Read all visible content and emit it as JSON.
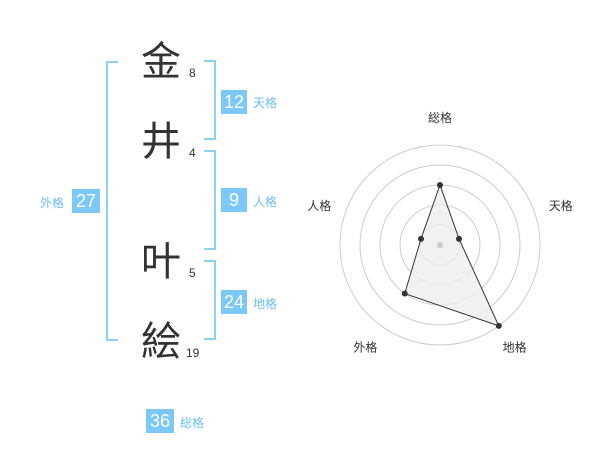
{
  "name_chars": [
    {
      "char": "金",
      "strokes": "8"
    },
    {
      "char": "井",
      "strokes": "4"
    },
    {
      "char": "叶",
      "strokes": "5"
    },
    {
      "char": "絵",
      "strokes": "19"
    }
  ],
  "kaku": {
    "tenkaku": {
      "value": "12",
      "label": "天格"
    },
    "jinkaku": {
      "value": "9",
      "label": "人格"
    },
    "chikaku": {
      "value": "24",
      "label": "地格"
    },
    "gaikaku": {
      "value": "27",
      "label": "外格"
    },
    "soukaku": {
      "value": "36",
      "label": "総格"
    }
  },
  "colors": {
    "accent": "#7cc8f8",
    "bracket": "#8fd0f5",
    "text": "#333333"
  },
  "chart_data": {
    "type": "radar",
    "axes": [
      "総格",
      "天格",
      "地格",
      "外格",
      "人格"
    ],
    "max": 5,
    "values": [
      3,
      1,
      5,
      3,
      1
    ],
    "rings": 5
  }
}
